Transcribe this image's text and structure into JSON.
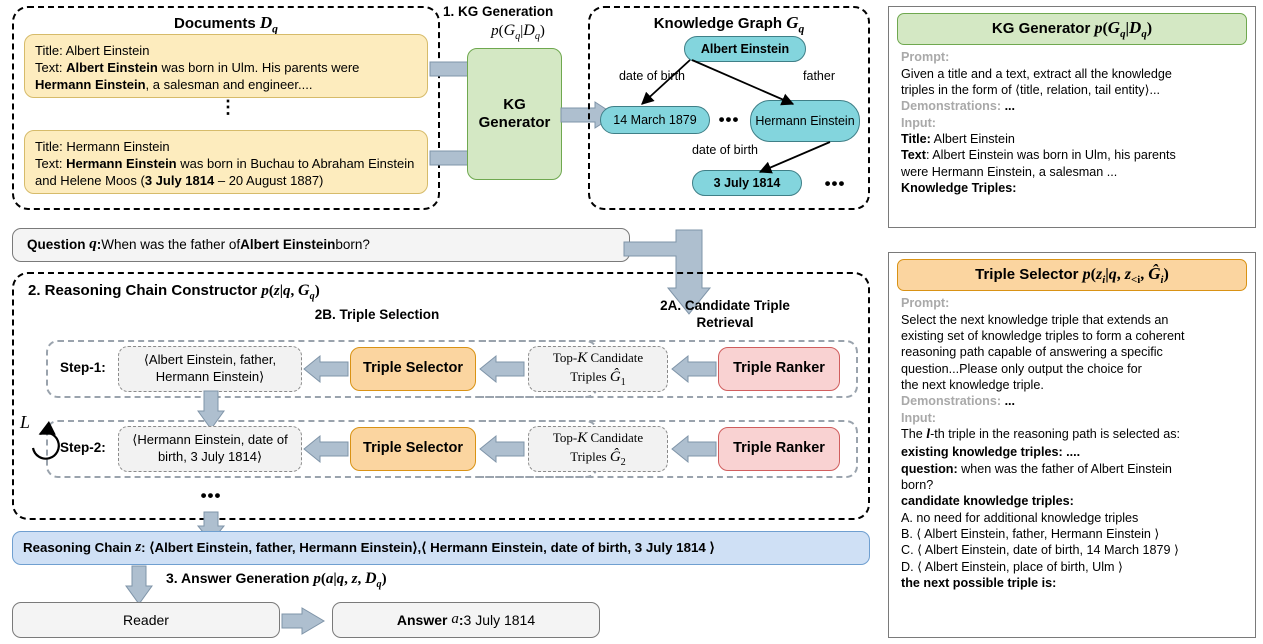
{
  "documents": {
    "title": "Documents",
    "title_sym": "D",
    "title_sub": "q",
    "doc1": {
      "title_label": "Title:",
      "title_value": "Albert Einstein",
      "text_label": "Text:",
      "text_part1_bold": "Albert Einstein",
      "text_part2": " was born in Ulm. His parents were ",
      "text_part3_bold": "Hermann Einstein",
      "text_part4": ", a salesman and engineer...."
    },
    "doc2": {
      "title_label": "Title:",
      "title_value": "Hermann Einstein",
      "text_label": "Text:",
      "text_part1_bold": "Hermann Einstein",
      "text_part2": " was born in Buchau to Abraham Einstein and Helene Moos  (",
      "text_part3_bold": "3 July 1814",
      "text_part4": " – 20 August 1887)"
    }
  },
  "kg_generation": {
    "step_label": "1. KG Generation",
    "prob": "p(G_q|D_q)",
    "module_line1": "KG",
    "module_line2": "Generator"
  },
  "knowledge_graph": {
    "title": "Knowledge Graph",
    "title_sym": "G",
    "title_sub": "q",
    "nodes": [
      {
        "id": "albert",
        "label": "Albert Einstein"
      },
      {
        "id": "date1879",
        "label": "14 March 1879"
      },
      {
        "id": "hermann",
        "label": "Hermann Einstein"
      },
      {
        "id": "date1814",
        "label": "3 July 1814"
      }
    ],
    "edges": [
      {
        "label": "date of birth"
      },
      {
        "label": "father"
      },
      {
        "label": "date of birth"
      }
    ],
    "ellipsis": "•••"
  },
  "question": {
    "label": "Question",
    "symbol": "q",
    "colon": ":",
    "text_part1": " When was the father of ",
    "text_bold": "Albert Einstein",
    "text_part2": " born?"
  },
  "reasoning_constructor": {
    "step_label": "2. Reasoning Chain Constructor",
    "prob": "p(z|q, G_q)",
    "sub_2b": "2B. Triple Selection",
    "sub_2a_line1": "2A. Candidate Triple",
    "sub_2a_line2": "Retrieval",
    "loop_label": "L",
    "ellipsis": "•••",
    "steps": [
      {
        "step_label": "Step-1:",
        "triple": "⟨Albert Einstein, father, Hermann Einstein⟩",
        "candidate_line1": "Top-K Candidate",
        "candidate_line2": "Triples",
        "candidate_sym": "G",
        "candidate_sub": "1",
        "selector_label": "Triple Selector",
        "ranker_label": "Triple Ranker"
      },
      {
        "step_label": "Step-2:",
        "triple": "⟨Hermann Einstein, date of birth, 3 July 1814⟩",
        "candidate_line1": "Top-K Candidate",
        "candidate_line2": "Triples",
        "candidate_sym": "G",
        "candidate_sub": "2",
        "selector_label": "Triple Selector",
        "ranker_label": "Triple Ranker"
      }
    ]
  },
  "reasoning_chain": {
    "label": "Reasoning Chain",
    "symbol": "z",
    "colon": ":",
    "triple1": "⟨Albert Einstein, father, Hermann Einstein⟩",
    "separator": ", ",
    "triple2": "⟨ Hermann Einstein, date of birth, 3 July 1814 ⟩"
  },
  "answer_generation": {
    "step_label": "3. Answer Generation",
    "prob": "p(a|q, z, D_q)",
    "reader_label": "Reader",
    "answer_label": "Answer",
    "answer_symbol": "a",
    "answer_colon": ":",
    "answer_value": " 3 July 1814"
  },
  "kg_generator_card": {
    "header_title": "KG Generator",
    "header_prob": "p(G_q|D_q)",
    "prompt_label": "Prompt:",
    "prompt_text_1": "Given a title and a text, extract all the knowledge",
    "prompt_text_2a": "triples in the form of ",
    "prompt_text_2b": "⟨title, relation, tail entity⟩",
    "prompt_text_2c": "...",
    "demos_label": "Demonstrations:",
    "demos_value": "...",
    "input_label": "Input:",
    "title_label": "Title:",
    "title_value": " Albert Einstein",
    "text_label": "Text",
    "text_value_1": ": Albert Einstein was born in Ulm, his parents",
    "text_value_2": "were Hermann Einstein, a salesman ...",
    "triples_label": "Knowledge Triples:"
  },
  "triple_selector_card": {
    "header_title": "Triple Selector",
    "header_prob": "p(z_i|q, z_<i, Ĝ_i)",
    "prompt_label": "Prompt:",
    "prompt_lines": [
      "Select the next knowledge triple that extends an",
      "existing set of knowledge triples to form a coherent",
      "reasoning path capable of answering a specific",
      "question...Please only output the choice for",
      "the next knowledge triple."
    ],
    "demos_label": "Demonstrations:",
    "demos_value": "...",
    "input_label": "Input:",
    "input_line_pre": "The ",
    "input_line_sym": "l",
    "input_line_post": "-th triple in the reasoning path is selected as:",
    "existing_label": "existing knowledge triples:",
    "existing_value": " ....",
    "question_label": "question:",
    "question_value_1": " when was the father of Albert Einstein",
    "question_value_2": "born?",
    "candidates_label": "candidate knowledge triples:",
    "candidates": [
      "A. no need for additional knowledge triples",
      "B. ⟨ Albert Einstein, father, Hermann Einstein ⟩",
      "C. ⟨ Albert Einstein, date of birth, 14 March 1879 ⟩",
      "D. ⟨ Albert Einstein, place of birth, Ulm ⟩"
    ],
    "next_label": "the next possible triple is:"
  },
  "colors": {
    "doc_fill": "#fdecbe",
    "kg_node_fill": "#83d5dd",
    "module_green": "#d4e8c4",
    "module_orange": "#fbd5a0",
    "module_red": "#f9d2d2",
    "chain_blue": "#cfe0f5",
    "arrow_fill": "#aebfcf"
  }
}
